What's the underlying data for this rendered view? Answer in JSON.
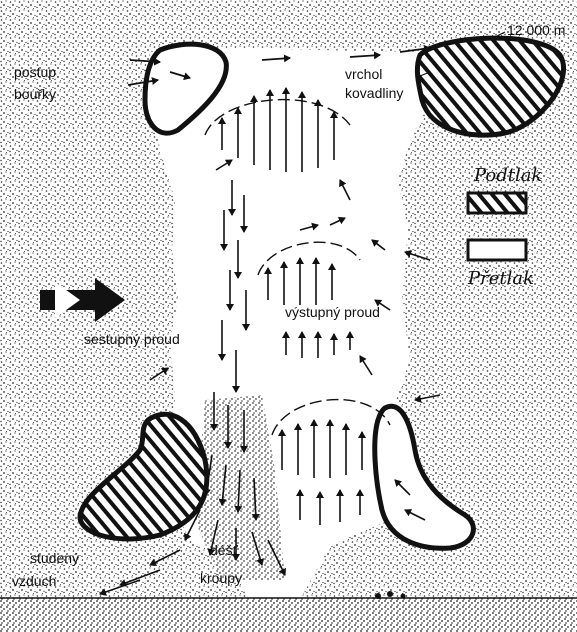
{
  "labels": {
    "storm_advance": "postup",
    "storm_advance_2": "bouřky",
    "altitude": "12 000 m",
    "anvil_top": "vrchol",
    "anvil_top_2": "kovadliny",
    "updraft": "výstupný proud",
    "downdraft": "sestupný proud",
    "cold_air": "studený",
    "cold_air_2": "vzduch",
    "rain": "déšť",
    "hail": "kroupy"
  },
  "legend": {
    "low_pressure": "Podtlak",
    "high_pressure": "Přetlak"
  },
  "colors": {
    "ink": "#111111",
    "paper": "#ffffff",
    "stipple": "#2a2a2a"
  }
}
